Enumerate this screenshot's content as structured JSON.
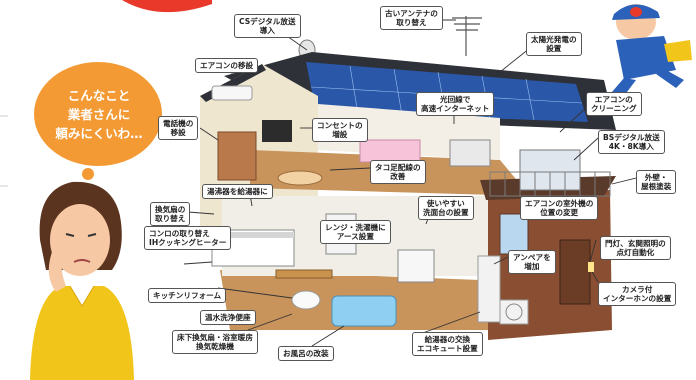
{
  "speech_bubble": {
    "lines": [
      "こんなこと",
      "業者さんに",
      "頼みにくいわ…"
    ]
  },
  "callouts": [
    {
      "id": "cs-antenna",
      "line1": "CSデジタル放送",
      "line2": "導入"
    },
    {
      "id": "old-antenna",
      "line1": "古いアンテナの",
      "line2": "取り替え"
    },
    {
      "id": "solar",
      "line1": "太陽光発電の",
      "line2": "設置"
    },
    {
      "id": "ac-relocate",
      "line1": "エアコンの移設",
      "line2": ""
    },
    {
      "id": "fiber",
      "line1": "光回線で",
      "line2": "高速インターネット"
    },
    {
      "id": "ac-cleaning",
      "line1": "エアコンの",
      "line2": "クリーニング"
    },
    {
      "id": "phone-relocate",
      "line1": "電話機の",
      "line2": "移設"
    },
    {
      "id": "outlet-add",
      "line1": "コンセントの",
      "line2": "増設"
    },
    {
      "id": "bs-4k8k",
      "line1": "BSデジタル放送",
      "line2": "4K・8K導入"
    },
    {
      "id": "outlet-trip",
      "line1": "タコ足配線の",
      "line2": "改善"
    },
    {
      "id": "water-heater",
      "line1": "湯沸器を給湯器に",
      "line2": ""
    },
    {
      "id": "exterior-paint",
      "line1": "外壁・",
      "line2": "屋根塗装"
    },
    {
      "id": "vent-fan",
      "line1": "換気扇の",
      "line2": "取り替え"
    },
    {
      "id": "washbasin",
      "line1": "使いやすい",
      "line2": "洗面台の設置"
    },
    {
      "id": "outdoor-unit",
      "line1": "エアコンの室外機の",
      "line2": "位置の変更"
    },
    {
      "id": "ih-stove",
      "line1": "コンロの取り替え",
      "line2": "IHクッキングヒーター"
    },
    {
      "id": "range-ground",
      "line1": "レンジ・洗濯機に",
      "line2": "アース設置"
    },
    {
      "id": "entrance-light",
      "line1": "門灯、玄関照明の",
      "line2": "点灯自動化"
    },
    {
      "id": "ampere",
      "line1": "アンペアを",
      "line2": "増加"
    },
    {
      "id": "kitchen-reform",
      "line1": "キッチンリフォーム",
      "line2": ""
    },
    {
      "id": "intercom",
      "line1": "カメラ付",
      "line2": "インターホンの設置"
    },
    {
      "id": "bidet",
      "line1": "温水洗浄便座",
      "line2": ""
    },
    {
      "id": "bath-dryer",
      "line1": "床下換気扇・浴室暖房",
      "line2": "換気乾燥機"
    },
    {
      "id": "eco-cute",
      "line1": "給湯器の交換",
      "line2": "エコキュート設置"
    },
    {
      "id": "bath-reform",
      "line1": "お風呂の改装",
      "line2": ""
    }
  ],
  "colors": {
    "roof": "#2f3138",
    "solar_panel": "#2a57a8",
    "wall_cream": "#efe6cf",
    "wall_brown": "#8a4f33",
    "floor_wood": "#c8945c",
    "bubble": "#f39a34",
    "woman_sweater": "#f2c51b",
    "worker_uniform": "#2b61b8"
  }
}
